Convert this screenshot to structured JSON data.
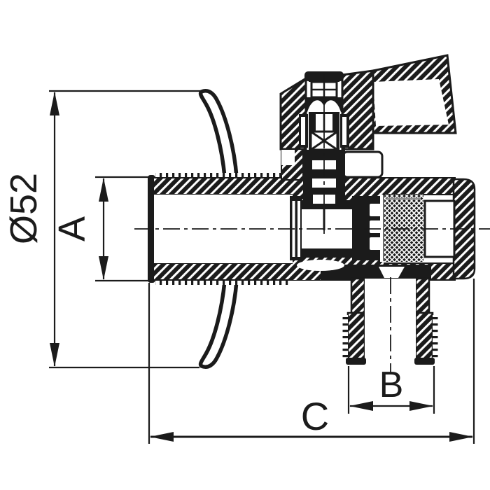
{
  "meta": {
    "title": "Angle valve cross-section technical drawing",
    "background_color": "#ffffff",
    "line_color": "#1b1b1b"
  },
  "dimensions": {
    "diameter_label": "Ø52",
    "inlet_height_label": "A",
    "outlet_width_label": "B",
    "overall_width_label": "C"
  }
}
